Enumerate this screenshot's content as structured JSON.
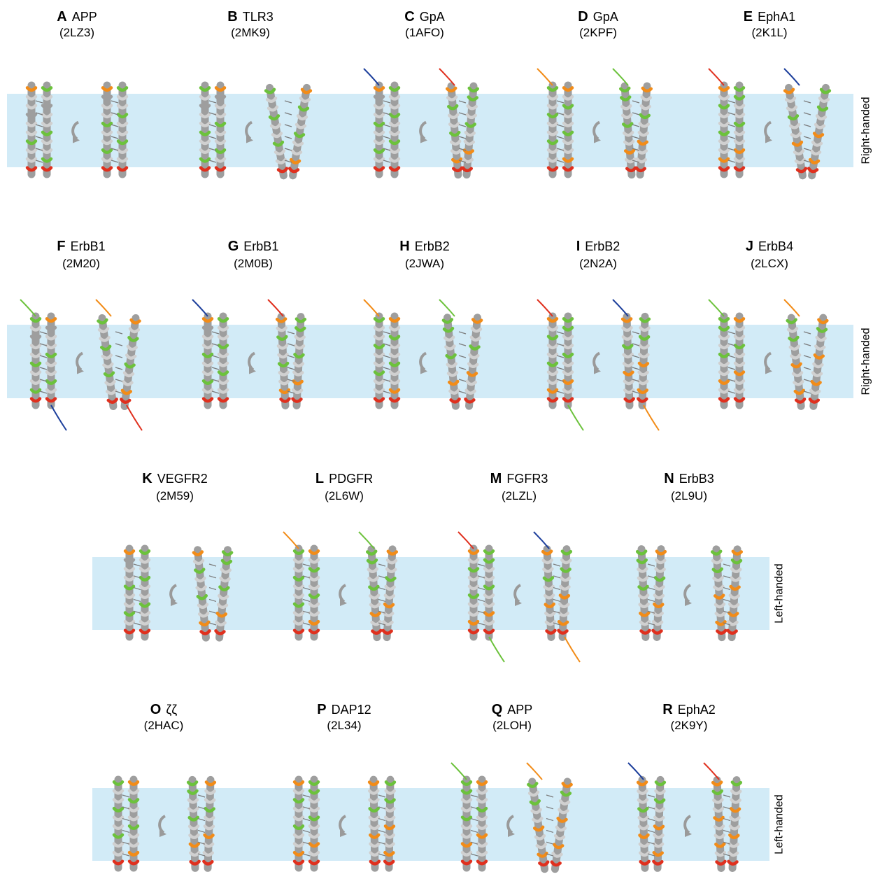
{
  "colors": {
    "membrane": "#d2ebf7",
    "helix": "#9e9e9e",
    "helix_light": "#d0d0d0",
    "orange": "#f28c18",
    "green": "#6cc23c",
    "red": "#e0301e",
    "blue": "#1d3f9c",
    "arrow": "#9a9a9a"
  },
  "rows": [
    {
      "handedness": "Right-handed",
      "panels": [
        {
          "letter": "A",
          "protein": "APP",
          "pdb": "(2LZ3)",
          "unbound": 0,
          "bound": 0,
          "tails": 0
        },
        {
          "letter": "B",
          "protein": "TLR3",
          "pdb": "(2MK9)",
          "unbound": 0,
          "bound": 1,
          "tails": 0
        },
        {
          "letter": "C",
          "protein": "GpA",
          "pdb": "(1AFO)",
          "unbound": 0,
          "bound": 0.5,
          "tails": 1
        },
        {
          "letter": "D",
          "protein": "GpA",
          "pdb": "(2KPF)",
          "unbound": 0,
          "bound": 0.5,
          "tails": 1
        },
        {
          "letter": "E",
          "protein": "EphA1",
          "pdb": "(2K1L)",
          "unbound": 0,
          "bound": 1,
          "tails": 1
        }
      ]
    },
    {
      "handedness": "Right-handed",
      "panels": [
        {
          "letter": "F",
          "protein": "ErbB1",
          "pdb": "(2M20)",
          "unbound": 0,
          "bound": 0.8,
          "tails": 2
        },
        {
          "letter": "G",
          "protein": "ErbB1",
          "pdb": "(2M0B)",
          "unbound": 0,
          "bound": 0.3,
          "tails": 1
        },
        {
          "letter": "H",
          "protein": "ErbB2",
          "pdb": "(2JWA)",
          "unbound": 0,
          "bound": 0.6,
          "tails": 1
        },
        {
          "letter": "I",
          "protein": "ErbB2",
          "pdb": "(2N2A)",
          "unbound": 0,
          "bound": 0.2,
          "tails": 2
        },
        {
          "letter": "J",
          "protein": "ErbB4",
          "pdb": "(2LCX)",
          "unbound": 0,
          "bound": 0.7,
          "tails": 1
        }
      ]
    },
    {
      "handedness": "Left-handed",
      "panels": [
        {
          "letter": "K",
          "protein": "VEGFR2",
          "pdb": "(2M59)",
          "unbound": 0,
          "bound": 0.6,
          "tails": 0
        },
        {
          "letter": "L",
          "protein": "PDGFR",
          "pdb": "(2L6W)",
          "unbound": 0,
          "bound": 0.4,
          "tails": 1
        },
        {
          "letter": "M",
          "protein": "FGFR3",
          "pdb": "(2LZL)",
          "unbound": 0,
          "bound": 0.3,
          "tails": 2
        },
        {
          "letter": "N",
          "protein": "ErbB3",
          "pdb": "(2L9U)",
          "unbound": 0.3,
          "bound": 0.4,
          "tails": 0
        }
      ]
    },
    {
      "handedness": "Left-handed",
      "panels": [
        {
          "letter": "O",
          "protein": "ζζ",
          "pdb": "(2HAC)",
          "unbound": 0,
          "bound": 0.2,
          "tails": 0
        },
        {
          "letter": "P",
          "protein": "DAP12",
          "pdb": "(2L34)",
          "unbound": 0,
          "bound": 0.1,
          "tails": 0
        },
        {
          "letter": "Q",
          "protein": "APP",
          "pdb": "(2LOH)",
          "unbound": 0,
          "bound": 0.9,
          "tails": 1
        },
        {
          "letter": "R",
          "protein": "EphA2",
          "pdb": "(2K9Y)",
          "unbound": 0.2,
          "bound": 0.3,
          "tails": 1
        }
      ]
    }
  ]
}
